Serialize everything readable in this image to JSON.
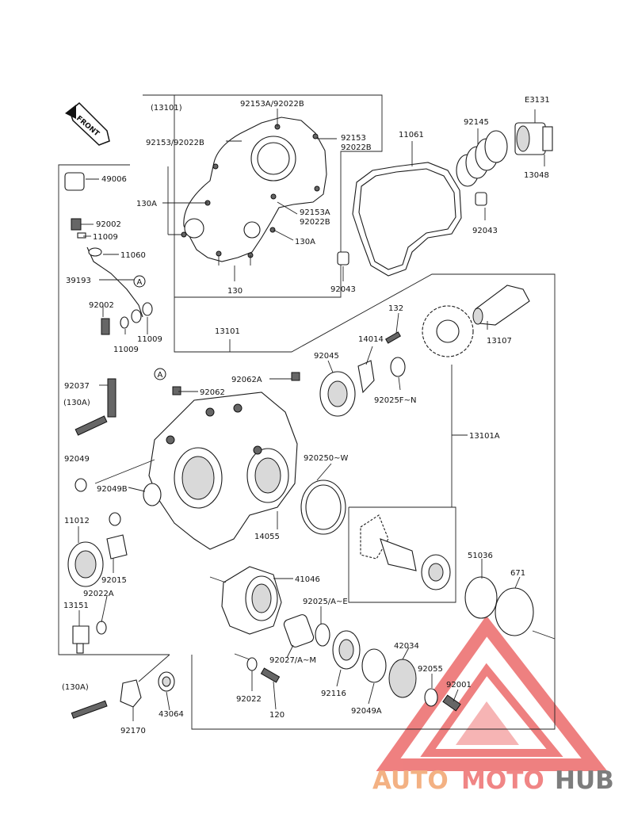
{
  "diagram_code": "E3131",
  "front_label": "FRONT",
  "labels": {
    "p13101_group": "(13101)",
    "p92153A_92022B_top": "92153A/92022B",
    "p92153_92022B_left": "92153/92022B",
    "p92153_r1": "92153",
    "p92022B_r1": "92022B",
    "p130A_left": "130A",
    "p92153A_r2": "92153A",
    "p92022B_r2": "92022B",
    "p130A_right": "130A",
    "p130": "130",
    "p11061": "11061",
    "p92145": "92145",
    "p13048": "13048",
    "p92043_right": "92043",
    "p92043_mid": "92043",
    "p49006": "49006",
    "p92002_a": "92002",
    "p11009_a": "11009",
    "p11060": "11060",
    "p39193": "39193",
    "circleA_1": "A",
    "p92002_b": "92002",
    "p11009_b": "11009",
    "p11009_c": "11009",
    "p13101": "13101",
    "p132": "132",
    "p13107": "13107",
    "p14014": "14014",
    "p92045": "92045",
    "p92025F_N": "92025F~N",
    "p92037": "92037",
    "p130A_bolt": "(130A)",
    "circleA_2": "A",
    "p92062A": "92062A",
    "p92062": "92062",
    "p13101A": "13101A",
    "p92049": "92049",
    "p92049B": "92049B",
    "p920250_W": "920250~W",
    "p11012": "11012",
    "p14055": "14055",
    "p92015": "92015",
    "p92022A": "92022A",
    "p13151": "13151",
    "p41046": "41046",
    "p51036": "51036",
    "p671": "671",
    "p92025_A_E": "92025/A~E",
    "p42034": "42034",
    "p92027_A_M": "92027/A~M",
    "p92055": "92055",
    "p92001": "92001",
    "p92022": "92022",
    "p120": "120",
    "p92116": "92116",
    "p92049A": "92049A",
    "p130A_bottom": "(130A)",
    "p92170": "92170",
    "p43064": "43064"
  },
  "watermark": {
    "part1": "AUTO",
    "part2": "MOTO",
    "part3": "HUB",
    "color1": "#f3b183",
    "color2": "#f08585",
    "color3": "#7d7d7d",
    "logo_color": "#ec6a6a"
  }
}
